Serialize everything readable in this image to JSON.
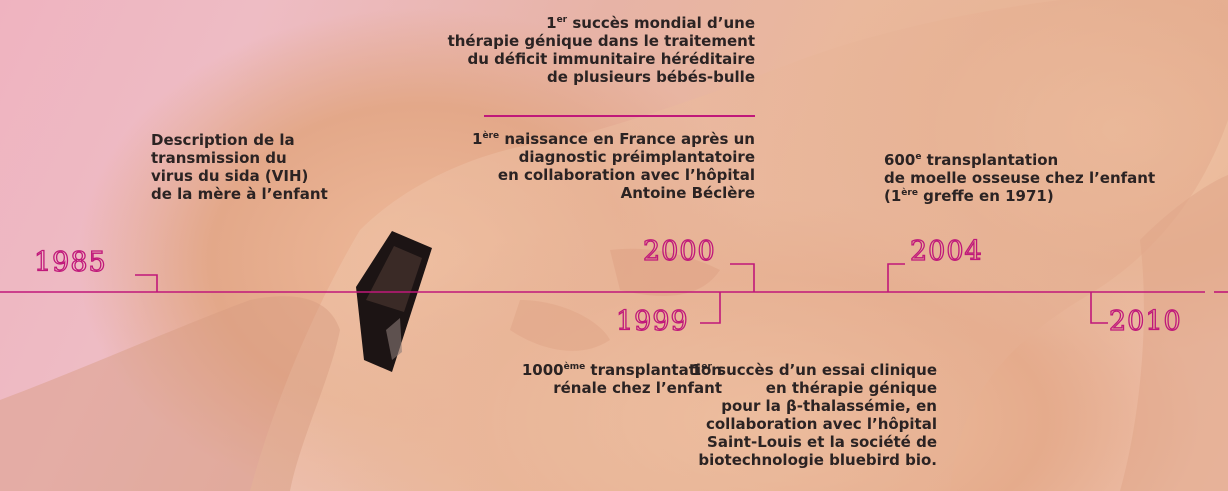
{
  "colors": {
    "accent": "#c0187a",
    "text": "#2b2323",
    "bg_pink": "#efb3c0",
    "bg_skin": "#e9b89f"
  },
  "events": {
    "e1985": {
      "year": "1985",
      "lines": [
        "Description de la",
        "transmission du",
        "virus du sida (VIH)",
        "de la mère à l’enfant"
      ]
    },
    "e2000a": {
      "year": "2000",
      "ordinal_num": "1",
      "ordinal_sup": "er",
      "line1_rest": " succès mondial d’une",
      "lines": [
        "thérapie génique dans le traitement",
        "du déficit immunitaire héréditaire",
        "de plusieurs bébés-bulle"
      ]
    },
    "e2000b": {
      "ordinal_num": "1",
      "ordinal_sup": "ère",
      "line1_rest": " naissance en France après un",
      "lines": [
        "diagnostic préimplantatoire",
        "en collaboration avec l’hôpital",
        "Antoine Béclère"
      ]
    },
    "e2004": {
      "year": "2004",
      "line1_num": "600",
      "line1_sup": "e",
      "line1_rest": " transplantation",
      "line2": "de moelle osseuse chez l’enfant",
      "line3_pre": "(1",
      "line3_sup": "ère",
      "line3_rest": " greffe en 1971)"
    },
    "e1999": {
      "year": "1999",
      "line1_num": "1000",
      "line1_sup": "ème",
      "line1_rest": " transplantation",
      "line2": "rénale chez l’enfant"
    },
    "e2010": {
      "year": "2010",
      "line1_num": "1",
      "line1_sup": "er",
      "line1_rest": " succès d’un essai clinique",
      "lines": [
        "en thérapie génique",
        "pour la β-thalassémie, en",
        "collaboration avec l’hôpital",
        "Saint-Louis et la société de",
        "biotechnologie bluebird bio."
      ]
    }
  }
}
